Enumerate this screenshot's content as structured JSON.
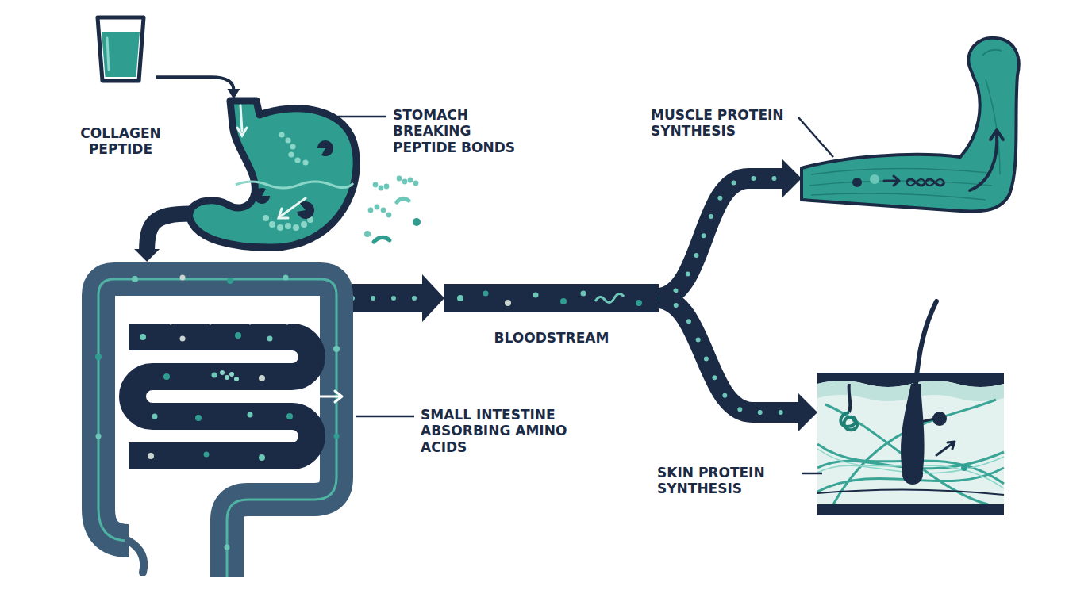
{
  "diagram": {
    "nodes": [
      {
        "text": [
          "COLLAGEN PEPTIDE"
        ]
      },
      {
        "text": [
          "STOMACH BREAKING PEPTIDE BONDS"
        ]
      },
      {
        "text": [
          "SMALL INTESTINE ABSORBING AMINO ACIDS"
        ]
      },
      {
        "text": [
          "BLOODSTREAM"
        ]
      },
      {
        "text": [
          "MUSCLE PROTEIN SYNTHESIS"
        ]
      },
      {
        "text": [
          "SKIN PROTEIN SYNTHESIS"
        ]
      }
    ],
    "edges": [
      {
        "from": 0,
        "to": 1,
        "arrow": "to"
      },
      {
        "from": 1,
        "to": 2,
        "arrow": "to"
      },
      {
        "from": 2,
        "to": 3,
        "arrow": "to"
      },
      {
        "from": 3,
        "to": 4,
        "arrow": "to"
      },
      {
        "from": 3,
        "to": 5,
        "arrow": "to"
      }
    ]
  }
}
